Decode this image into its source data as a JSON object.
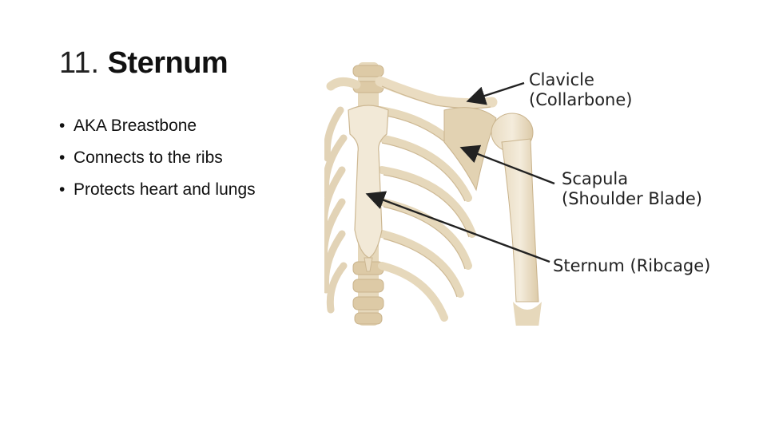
{
  "slide": {
    "title_number": "11.",
    "title_word": "Sternum",
    "bullets": [
      "AKA Breastbone",
      "Connects to the ribs",
      "Protects heart and lungs"
    ],
    "bullet_glyph": "•"
  },
  "figure": {
    "labels": {
      "clavicle_line1": "Clavicle",
      "clavicle_line2": "(Collarbone)",
      "scapula_line1": "Scapula",
      "scapula_line2": "(Shoulder Blade)",
      "sternum": "Sternum (Ribcage)"
    },
    "colors": {
      "bone": "#efe4cf",
      "bone_shade": "#d9c7a4",
      "bone_outline": "#c6b08a",
      "arrow": "#222222"
    }
  }
}
